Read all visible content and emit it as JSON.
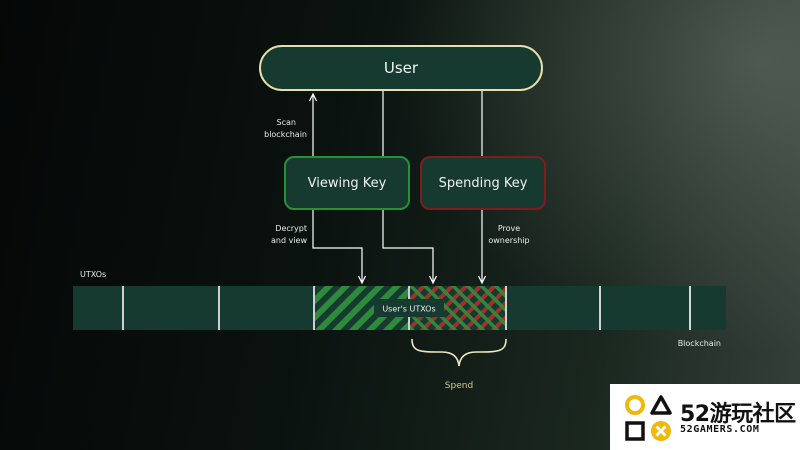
{
  "diagram": {
    "user_label": "User",
    "viewing_key_label": "Viewing Key",
    "spending_key_label": "Spending Key",
    "scan_label_line1": "Scan",
    "scan_label_line2": "blockchain",
    "decrypt_label_line1": "Decrypt",
    "decrypt_label_line2": "and view",
    "prove_label_line1": "Prove",
    "prove_label_line2": "ownership",
    "utxos_label": "UTXOs",
    "users_utxos_label": "User's UTXOs",
    "blockchain_label": "Blockchain",
    "spend_label": "Spend"
  },
  "watermark": {
    "title": "52游玩社区",
    "subtitle": "52GAMERS.COM"
  },
  "colors": {
    "box_fill": "#163a30",
    "user_border": "#e6dfa6",
    "viewing_border": "#2a8f3a",
    "spending_border": "#7d1e1e",
    "green_stripe": "#2f8b3c",
    "red_stripe": "#a2302b",
    "spend_brace": "#ece8c2",
    "spend_text": "#d8c88b",
    "watermark_accent": "#f2b807"
  },
  "icons": [
    "arrow-up-icon",
    "arrow-down-icon",
    "brace-icon",
    "circle-icon",
    "triangle-icon",
    "square-icon",
    "cross-icon"
  ]
}
